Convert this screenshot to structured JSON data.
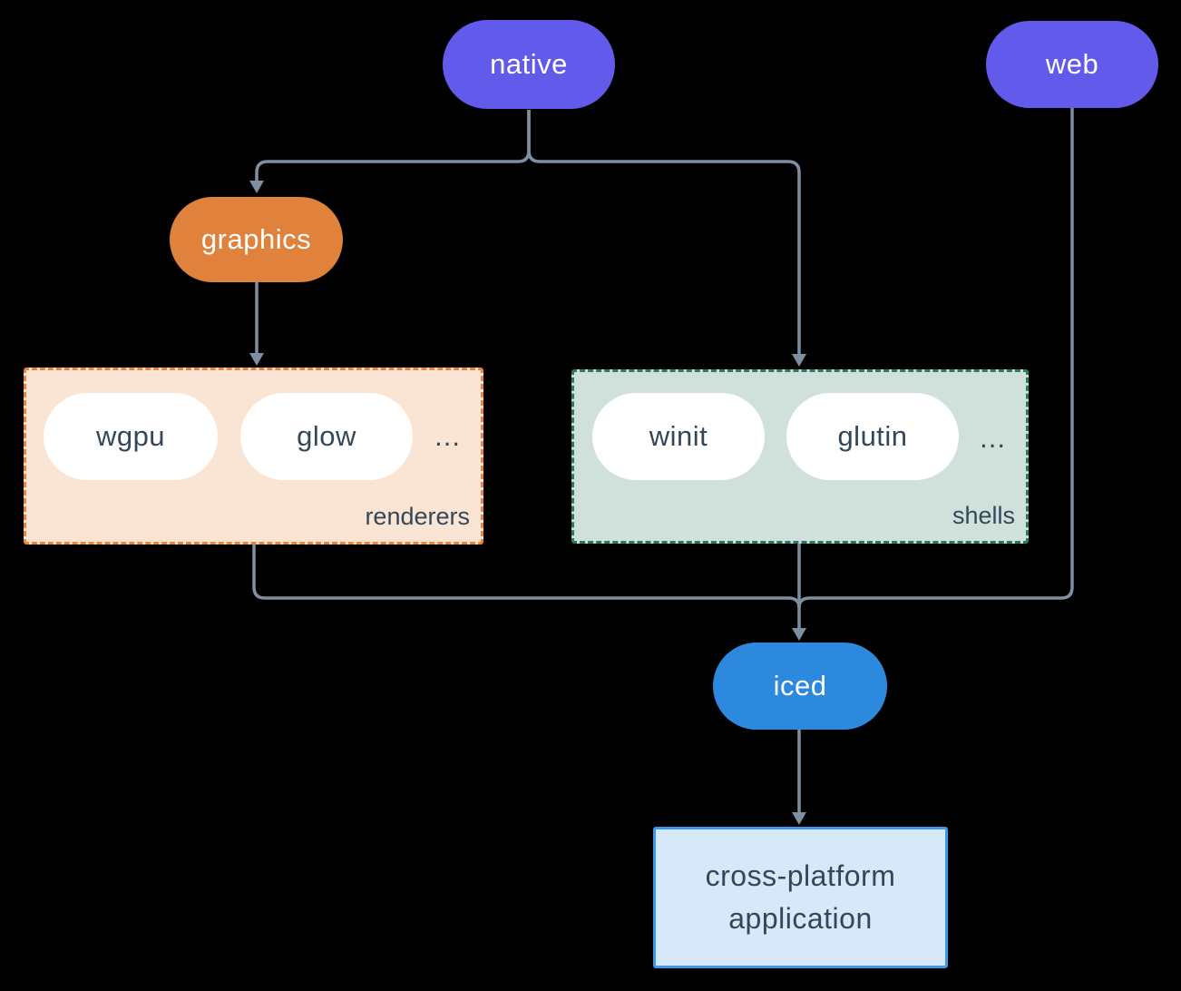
{
  "diagram": {
    "colors": {
      "background": "#000000",
      "connector": "#7D8FA0",
      "purple_pill": "#615AEA",
      "orange_pill": "#E0813C",
      "blue_pill": "#2D89DD",
      "renderers_box_bg": "#FAE4D3",
      "renderers_box_border": "#E8863F",
      "shells_box_bg": "#D0E0DA",
      "shells_box_border": "#27796A",
      "app_box_bg": "#D7E9F9",
      "app_box_border": "#3D99E8",
      "dark_text": "#33475B",
      "light_text": "#FFFFFF"
    },
    "nodes": {
      "native": {
        "label": "native"
      },
      "web": {
        "label": "web"
      },
      "graphics": {
        "label": "graphics"
      },
      "iced": {
        "label": "iced"
      },
      "app": {
        "label_line1": "cross-platform",
        "label_line2": "application"
      }
    },
    "groups": {
      "renderers": {
        "label": "renderers",
        "items": [
          "wgpu",
          "glow"
        ],
        "more": "..."
      },
      "shells": {
        "label": "shells",
        "items": [
          "winit",
          "glutin"
        ],
        "more": "..."
      }
    }
  }
}
